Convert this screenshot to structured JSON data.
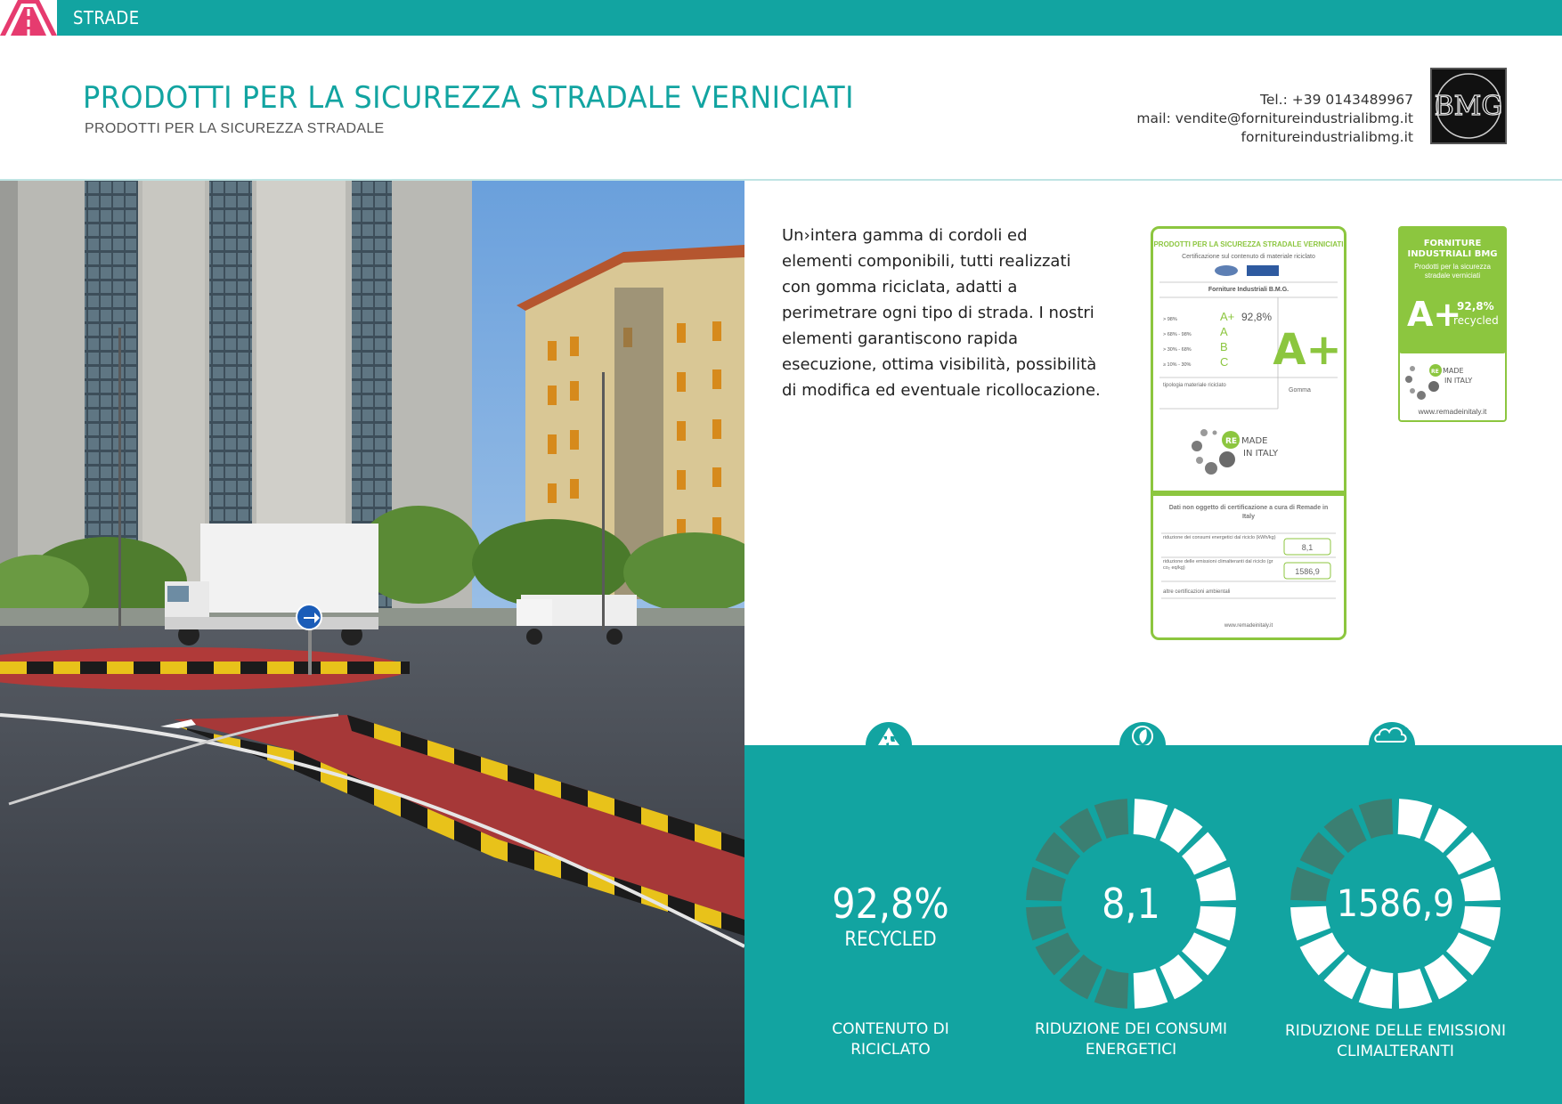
{
  "topbar": {
    "section": "STRADE"
  },
  "header": {
    "title": "PRODOTTI PER LA SICUREZZA STRADALE VERNICIATI",
    "subtitle": "PRODOTTI PER LA SICUREZZA STRADALE",
    "contact": {
      "tel": "Tel.:  +39 0143489967",
      "mail": "mail: vendite@fornitureindustrialibmg.it",
      "web": "fornitureindustrialibmg.it"
    },
    "logo_text": "BMG"
  },
  "description": "Un›intera gamma di cordoli ed elementi componibili, tutti realizzati con gomma riciclata, adatti a perimetrare ogni tipo di strada. I nostri elementi garantiscono rapida esecuzione, ottima visibilità, possibilità di modifica ed eventuale ricollocazione.",
  "certificate": {
    "title": "PRODOTTI PER LA SICUREZZA STRADALE VERNICIATI",
    "subtitle": "Certificazione sul contenuto di materiale riciclato",
    "company": "Forniture Industriali B.M.G.",
    "classes": [
      {
        "range": "> 98%",
        "label": "A+"
      },
      {
        "range": "> 68% - 98%",
        "label": "A"
      },
      {
        "range": "> 30% - 68%",
        "label": "B"
      },
      {
        "range": "≥ 10% - 30%",
        "label": "C"
      }
    ],
    "percent": "92,8%",
    "grade": "A+",
    "material_label": "tipologia materiale riciclato",
    "material_value": "Gomma",
    "remade_line1": "MADE",
    "remade_line2": "IN ITALY",
    "remade_prefix": "RE",
    "note": "Dati non oggetto di certificazione a cura di Remade in Italy",
    "rows": [
      {
        "label": "riduzione dei consumi energetici dal riciclo (kWh/kg)",
        "value": "8,1"
      },
      {
        "label": "riduzione delle emissioni climalteranti dal riciclo (gr co₂ eq/kg)",
        "value": "1586,9"
      },
      {
        "label": "altre certificazioni ambientali",
        "value": ""
      }
    ],
    "footer": "www.remadeinitaly.it"
  },
  "small_cert": {
    "head1": "FORNITURE",
    "head2": "INDUSTRIALI BMG",
    "sub1": "Prodotti per la sicurezza",
    "sub2": "stradale verniciati",
    "grade": "A+",
    "percent": "92,8%",
    "recycled": "recycled",
    "remade_prefix": "RE",
    "remade_line1": "MADE",
    "remade_line2": "IN ITALY",
    "footer": "www.remadeinitaly.it"
  },
  "stats": [
    {
      "value": "92,8%",
      "sub": "RECYCLED",
      "caption1": "CONTENUTO DI",
      "caption2": "RICICLATO",
      "icon": "recycle-icon"
    },
    {
      "value": "8,1",
      "caption1": "RIDUZIONE DEI CONSUMI",
      "caption2": "ENERGETICI",
      "icon": "lightbulb-leaf-icon",
      "filled_segments": 8,
      "total_segments": 16
    },
    {
      "value": "1586,9",
      "caption1": "RIDUZIONE DELLE EMISSIONI",
      "caption2": "CLIMALTERANTI",
      "icon": "cloud-icon",
      "filled_segments": 4,
      "total_segments": 16
    }
  ],
  "colors": {
    "teal": "#12a4a1",
    "green": "#8cc63f",
    "dark_segment": "#3b7f72",
    "grey": "#5a5a5a"
  }
}
